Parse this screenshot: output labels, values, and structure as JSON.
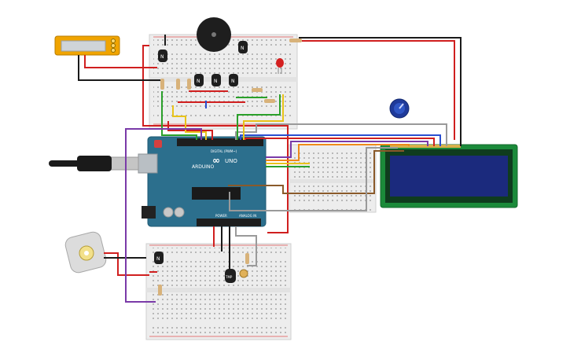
{
  "labels": {
    "arduino_logo": "∞",
    "arduino_brand": "UNO",
    "arduino_name": "ARDUINO",
    "digital_header": "DIGITAL (PWM~)",
    "power_header": "POWER",
    "analog_header": "ANALOG IN",
    "transistor_mark": "N",
    "sensor_mark": "TMP"
  },
  "colors": {
    "breadboard": "#efefef",
    "arduino": "#2c6f8d",
    "lcd_board": "#1b8a3a",
    "lcd_screen": "#1b2a7d",
    "wire_red": "#d01f1f",
    "wire_black": "#1a1a1a",
    "wire_green": "#2aa02a",
    "wire_yellow": "#e8c31a",
    "wire_orange": "#ef8a1a",
    "wire_purple": "#7a3aa8",
    "wire_blue": "#2a4fd0",
    "wire_brown": "#8a5a2a",
    "wire_gray": "#9a9a9a"
  }
}
